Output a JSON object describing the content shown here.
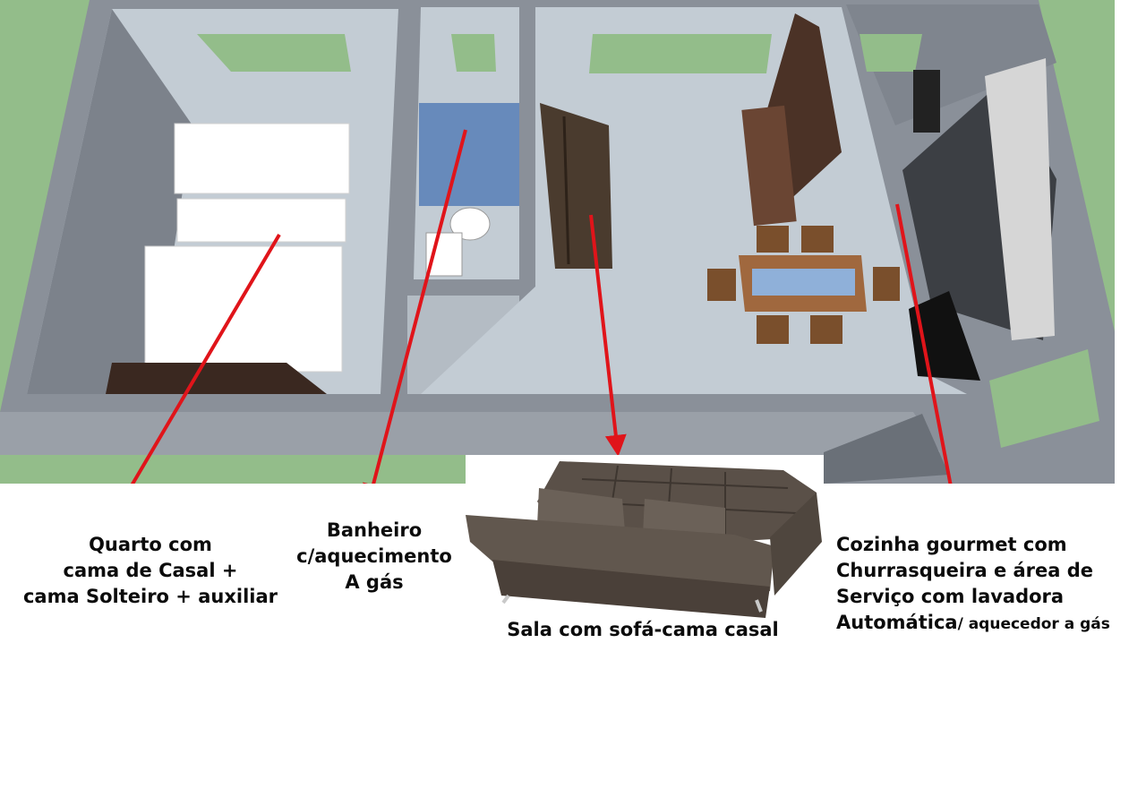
{
  "labels": {
    "quarto": {
      "line1": "Quarto com",
      "line2": "cama de Casal +",
      "line3": "cama Solteiro + auxiliar"
    },
    "banheiro": {
      "line1": "Banheiro",
      "line2": "c/aquecimento",
      "line3": "A gás"
    },
    "sala": {
      "line1": "Sala com sofá-cama casal"
    },
    "cozinha": {
      "line1": "Cozinha gourmet com",
      "line2": "Churrasqueira e área de",
      "line3": "Serviço com lavadora",
      "line4a": "Automática",
      "line4b": "/ aquecedor a gás"
    }
  },
  "colors": {
    "grass": "#93bd8a",
    "wall": "#8a9099",
    "floor": "#c3ccd4",
    "arrow": "#e0141a",
    "sofa": "#4a3b2e",
    "shower_glass": "#5d83b8"
  }
}
